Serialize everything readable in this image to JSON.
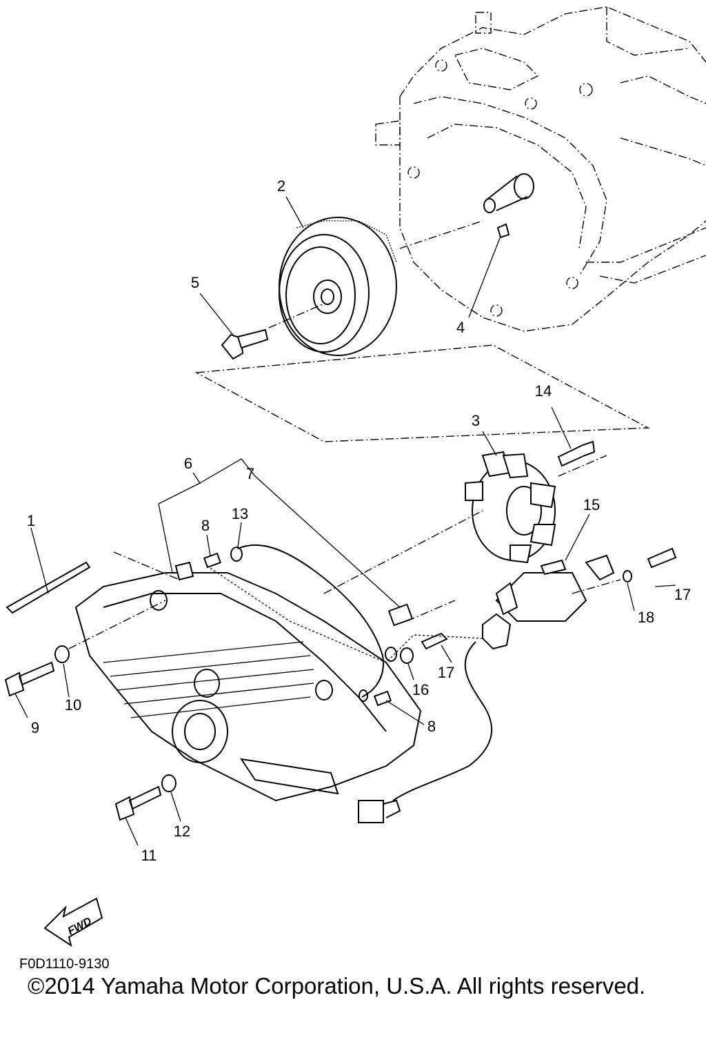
{
  "diagram": {
    "callouts": [
      {
        "id": "1",
        "label": "1"
      },
      {
        "id": "2",
        "label": "2"
      },
      {
        "id": "3",
        "label": "3"
      },
      {
        "id": "4",
        "label": "4"
      },
      {
        "id": "5",
        "label": "5"
      },
      {
        "id": "6",
        "label": "6"
      },
      {
        "id": "7",
        "label": "7"
      },
      {
        "id": "8a",
        "label": "8"
      },
      {
        "id": "8b",
        "label": "8"
      },
      {
        "id": "9",
        "label": "9"
      },
      {
        "id": "10",
        "label": "10"
      },
      {
        "id": "11",
        "label": "11"
      },
      {
        "id": "12",
        "label": "12"
      },
      {
        "id": "13",
        "label": "13"
      },
      {
        "id": "14",
        "label": "14"
      },
      {
        "id": "15",
        "label": "15"
      },
      {
        "id": "16",
        "label": "16"
      },
      {
        "id": "17a",
        "label": "17"
      },
      {
        "id": "17b",
        "label": "17"
      },
      {
        "id": "18",
        "label": "18"
      }
    ],
    "fwd_label": "FWD",
    "figure_code": "F0D1110-9130",
    "copyright": "©2014 Yamaha Motor Corporation, U.S.A. All rights reserved."
  }
}
